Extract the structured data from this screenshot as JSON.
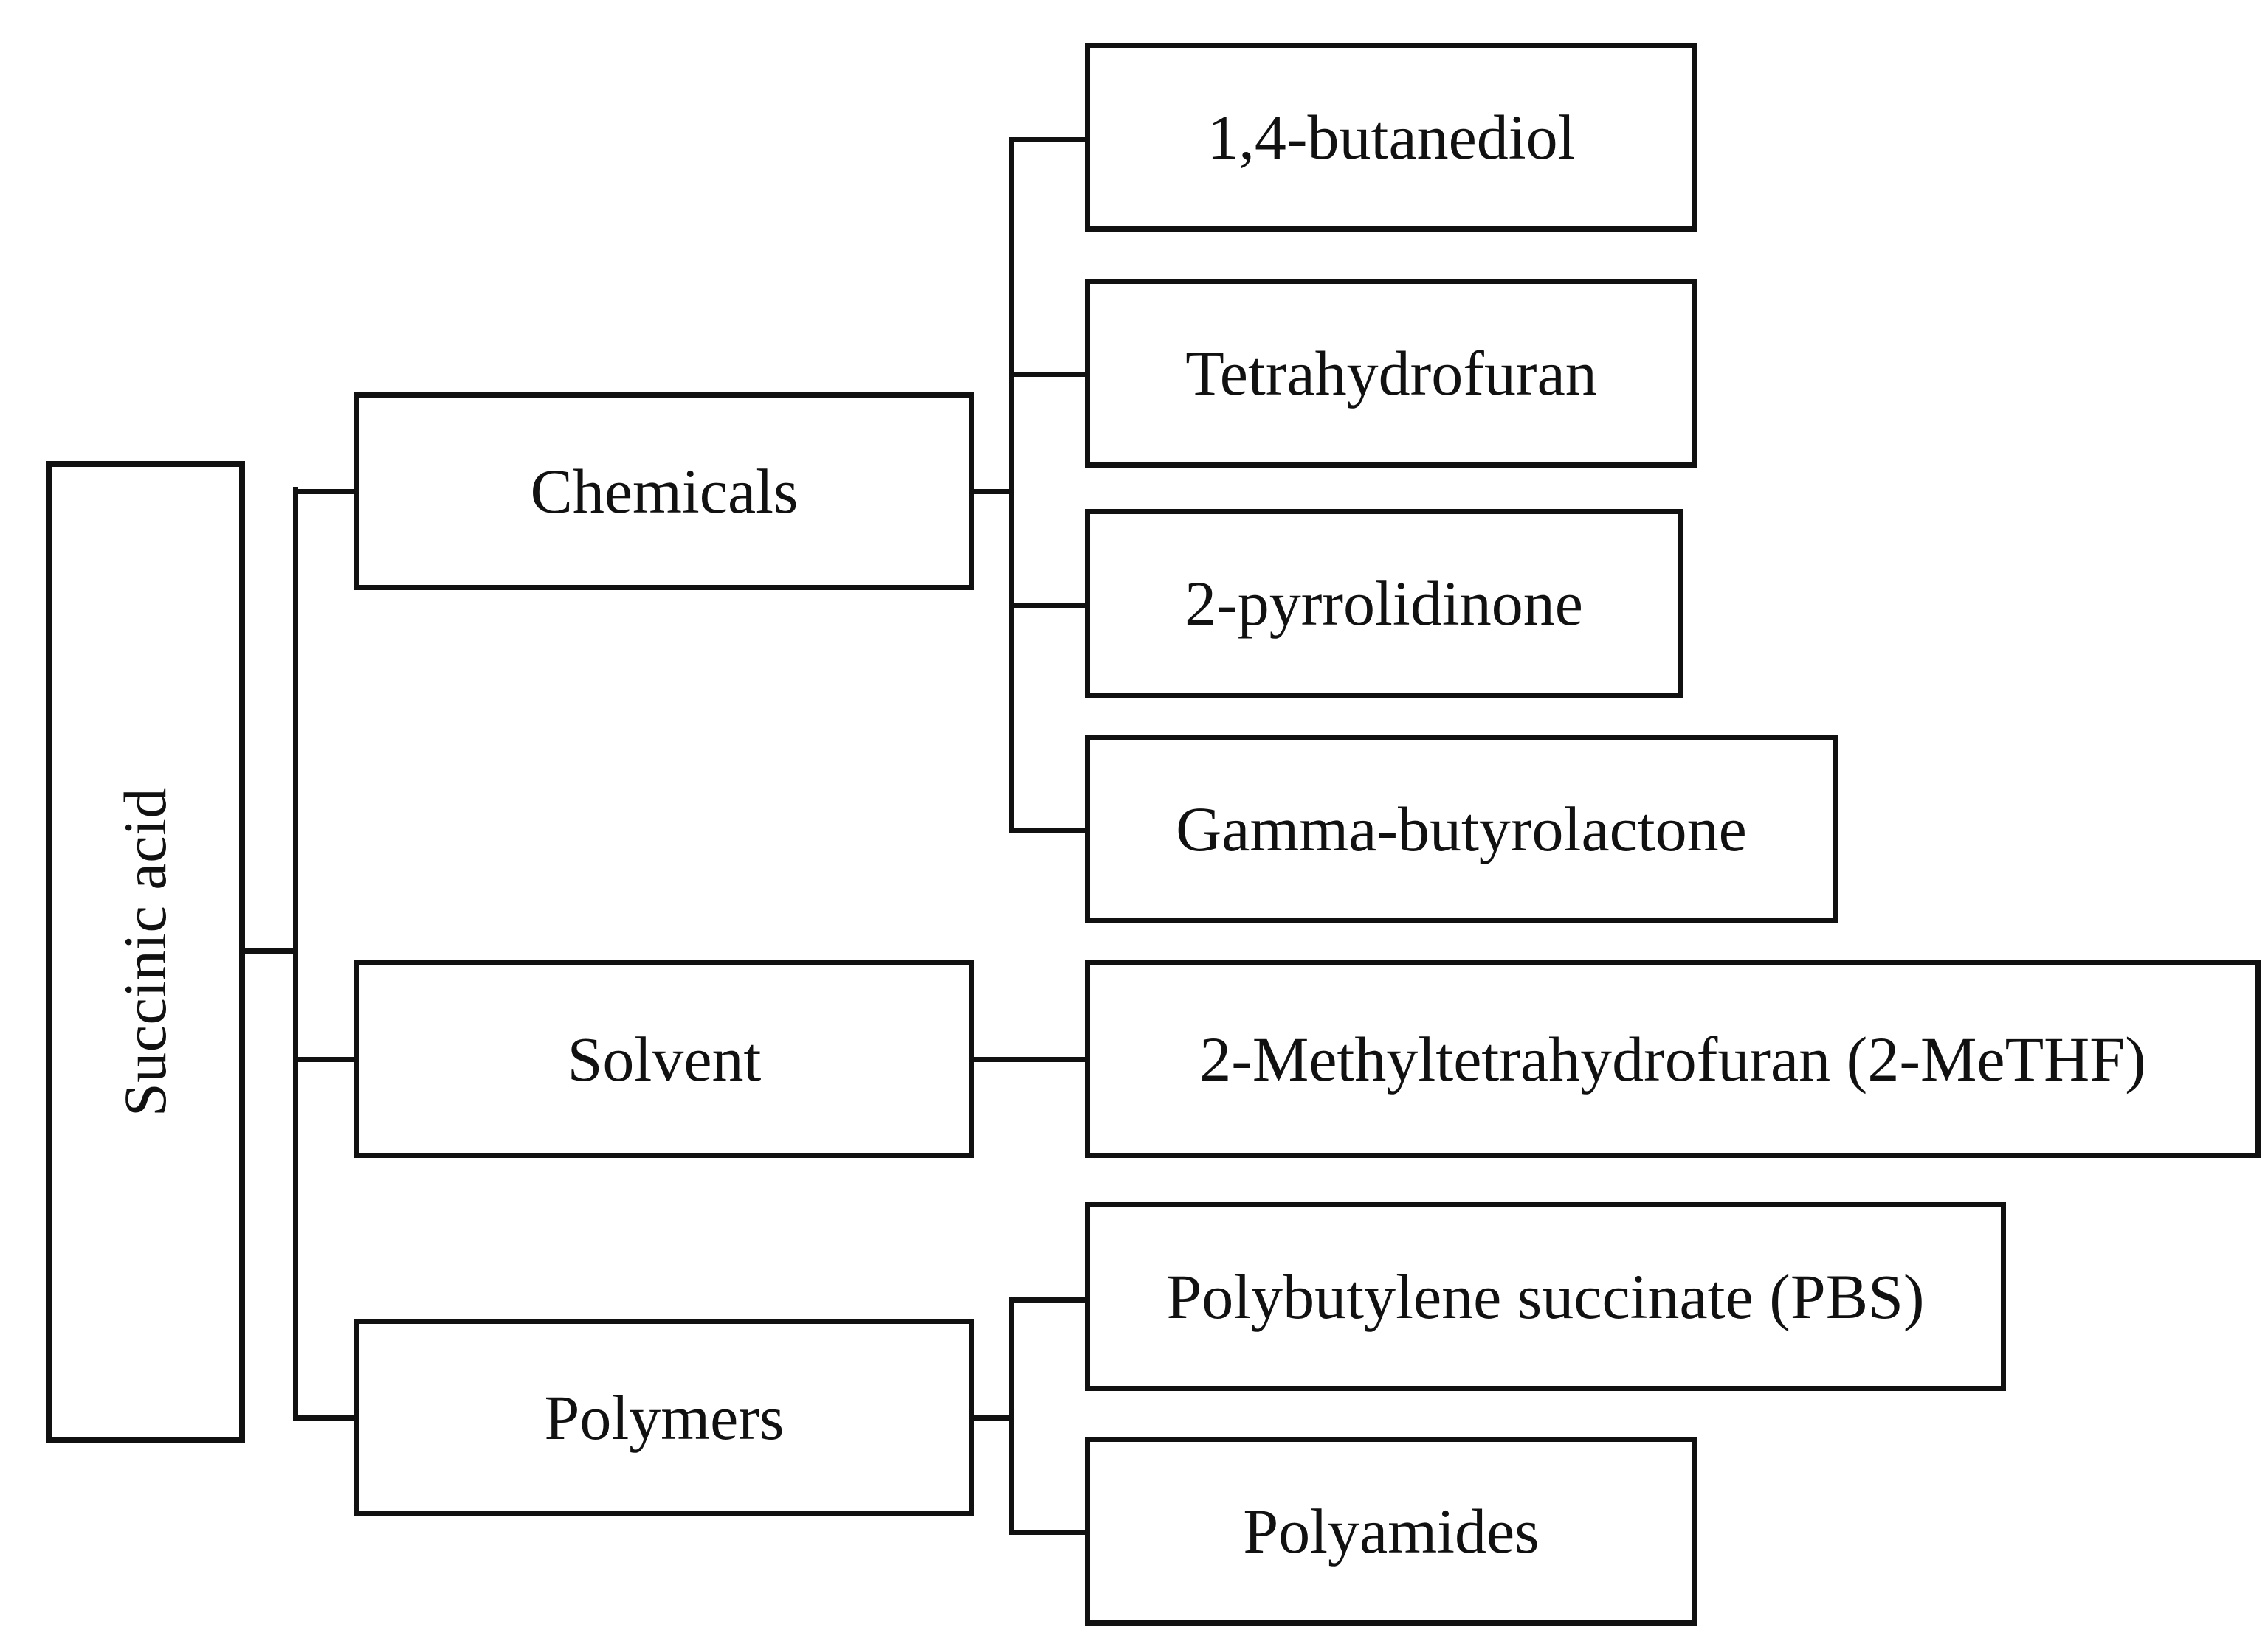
{
  "diagram": {
    "title": "Succinic acid platform chemicals, solvent and polymers tree",
    "type": "tree",
    "orientation": "left-to-right",
    "colors": {
      "background": "#ffffff",
      "box_border": "#111111",
      "box_fill": "#ffffff",
      "connector": "#111111",
      "text": "#111111"
    },
    "root": {
      "label": "Succinic acid",
      "text_orientation": "vertical-rotated-90ccw"
    },
    "branches": [
      {
        "label": "Chemicals",
        "children": [
          {
            "label": "1,4-butanediol"
          },
          {
            "label": "Tetrahydrofuran"
          },
          {
            "label": "2-pyrrolidinone"
          },
          {
            "label": "Gamma-butyrolactone"
          }
        ]
      },
      {
        "label": "Solvent",
        "children": [
          {
            "label": "2-Methyltetrahydrofuran (2-MeTHF)"
          }
        ]
      },
      {
        "label": "Polymers",
        "children": [
          {
            "label": "Polybutylene succinate (PBS)"
          },
          {
            "label": "Polyamides"
          }
        ]
      }
    ]
  }
}
